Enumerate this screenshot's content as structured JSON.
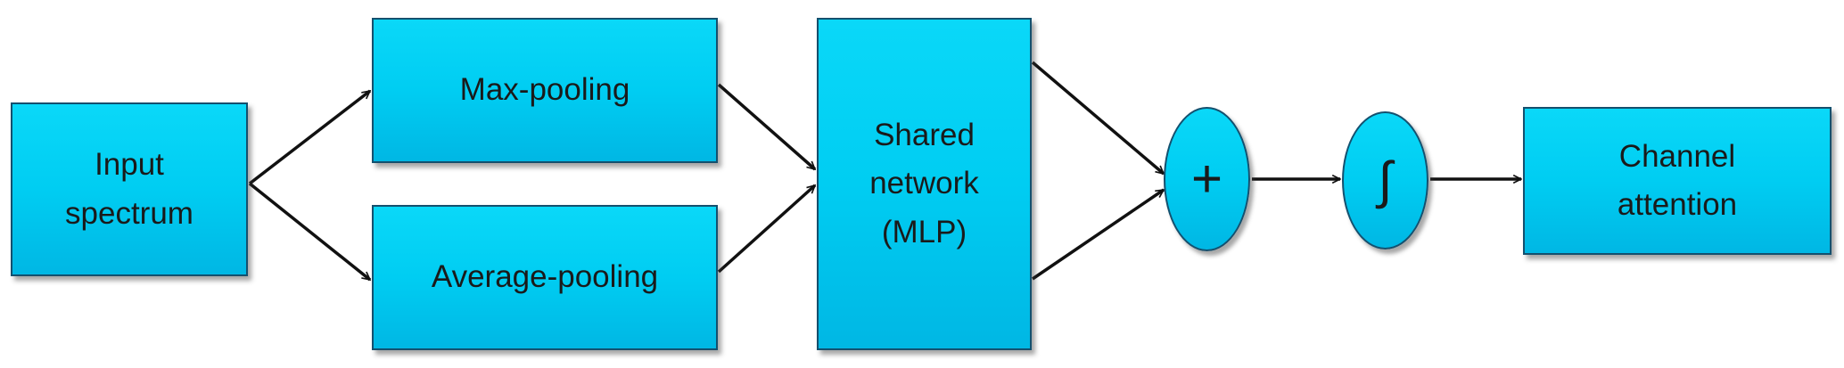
{
  "nodes": {
    "input": {
      "line1": "Input",
      "line2": "spectrum"
    },
    "max_pooling": {
      "label": "Max-pooling"
    },
    "average_pooling": {
      "label": "Average-pooling"
    },
    "shared_network": {
      "line1": "Shared",
      "line2": "network",
      "line3": "(MLP)"
    },
    "sum": {
      "symbol": "+"
    },
    "activation": {
      "symbol": "∫"
    },
    "output": {
      "line1": "Channel",
      "line2": "attention"
    }
  },
  "colors": {
    "box_fill": "#00cdf2",
    "box_border": "#14506e",
    "arrow": "#111111",
    "text": "#1a1a1a"
  }
}
